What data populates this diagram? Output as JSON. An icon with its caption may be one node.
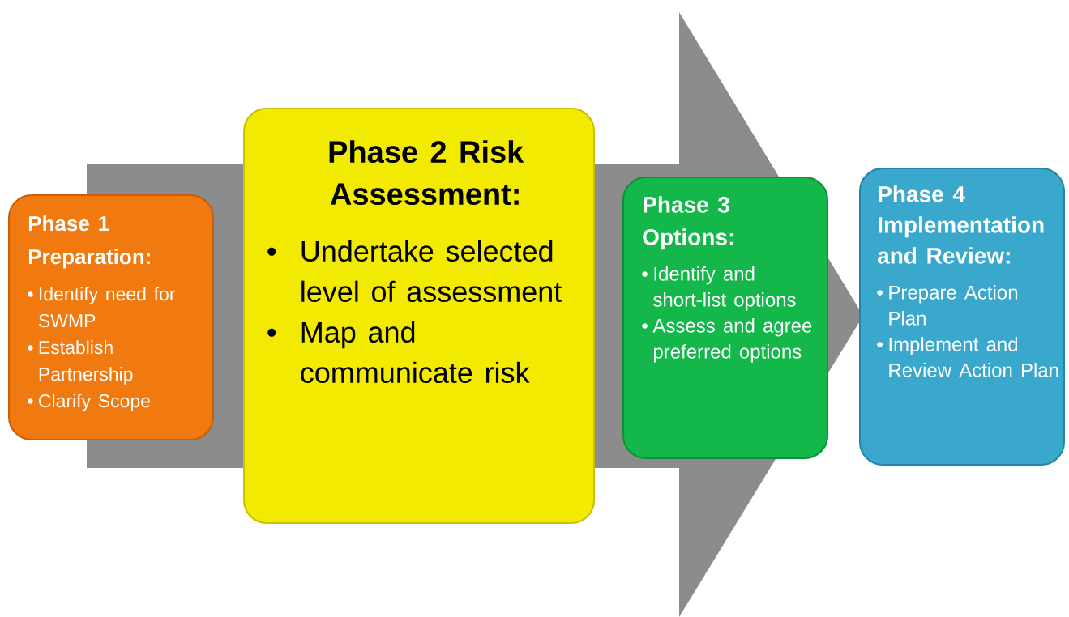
{
  "diagram": {
    "nodes": [
      {
        "text": [
          "Phase 1 Preparation:",
          "Identify need for SWMP",
          "Establish Partnership",
          "Clarify Scope"
        ]
      },
      {
        "text": [
          "Phase 2 Risk Assessment:",
          "Undertake selected level of assessment",
          "Map and communicate risk"
        ]
      },
      {
        "text": [
          "**Phase 3 Options**:",
          "Identify and short-list options",
          "Assess and agree preferred options"
        ]
      },
      {
        "text": [
          "Phase 4 Implementation and Review:",
          "Prepare Action Plan",
          "Implement and Review Action Plan"
        ]
      }
    ],
    "edges": [
      {
        "from": 0,
        "to": 3,
        "arrow": "to"
      }
    ]
  }
}
